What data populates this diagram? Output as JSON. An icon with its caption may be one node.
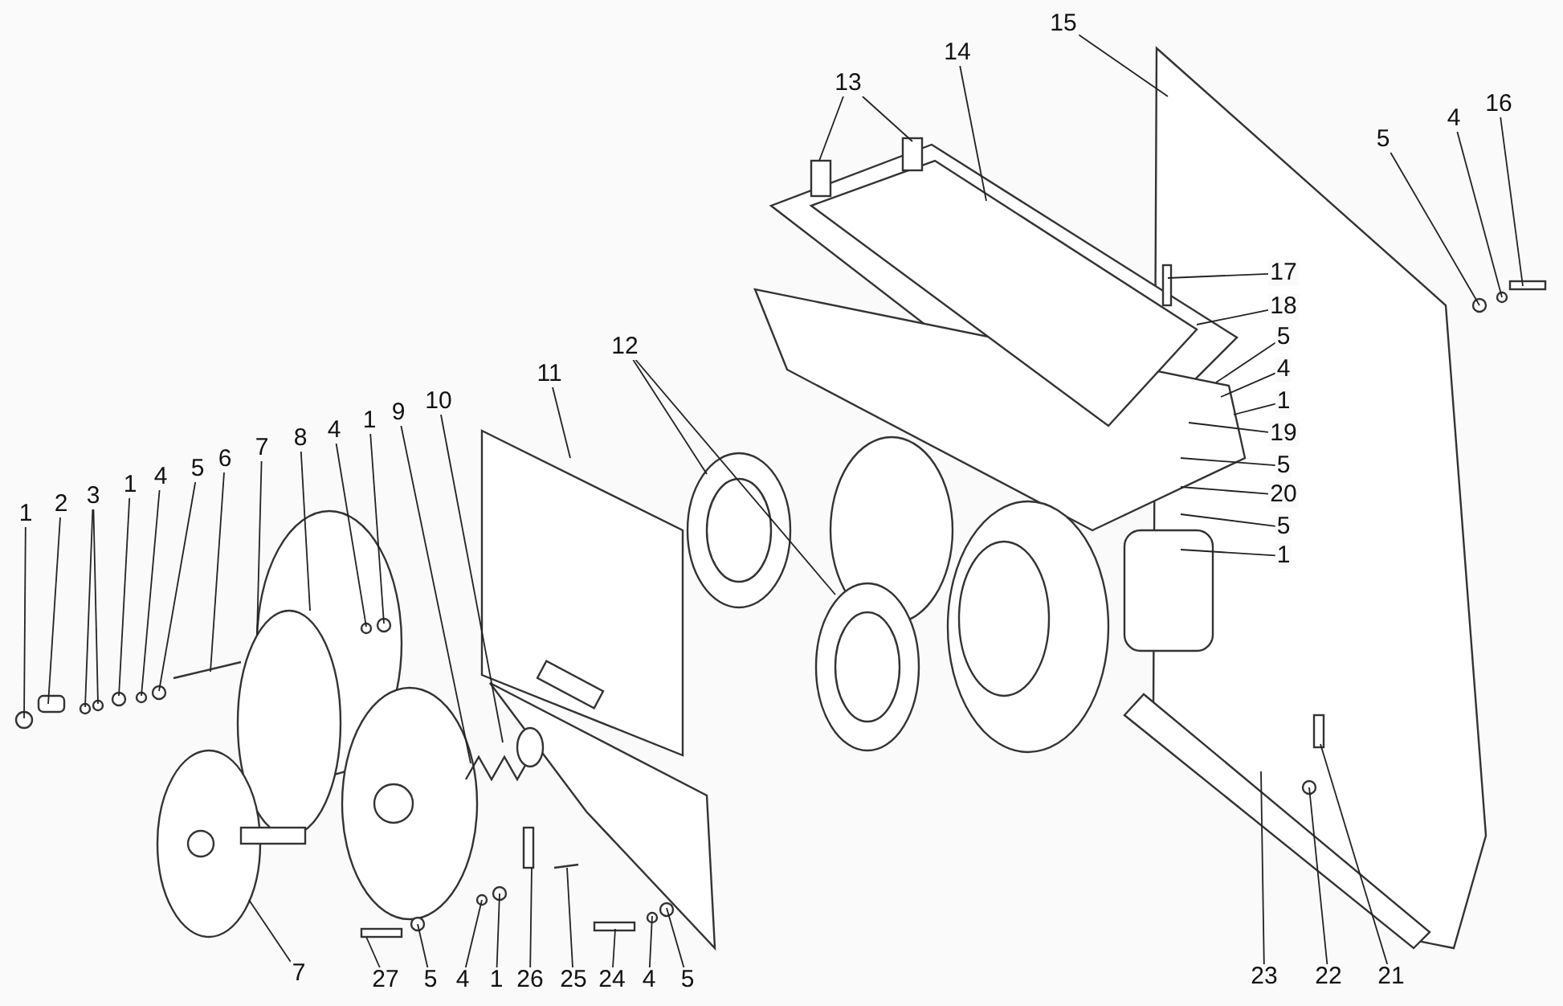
{
  "diagram": {
    "nodes": [
      {
        "text": [
          "1"
        ]
      },
      {
        "text": [
          "2"
        ]
      },
      {
        "text": [
          "3"
        ]
      },
      {
        "text": [
          "1"
        ]
      },
      {
        "text": [
          "4"
        ]
      },
      {
        "text": [
          "5"
        ]
      },
      {
        "text": [
          "6"
        ]
      },
      {
        "text": [
          "7"
        ]
      },
      {
        "text": [
          "8"
        ]
      },
      {
        "text": [
          "4"
        ]
      },
      {
        "text": [
          "1"
        ]
      },
      {
        "text": [
          "9"
        ]
      },
      {
        "text": [
          "10"
        ]
      },
      {
        "text": [
          "11"
        ]
      },
      {
        "text": [
          "12"
        ]
      },
      {
        "text": [
          "13"
        ]
      },
      {
        "text": [
          "14"
        ]
      },
      {
        "text": [
          "15"
        ]
      },
      {
        "text": [
          "5"
        ]
      },
      {
        "text": [
          "4"
        ]
      },
      {
        "text": [
          "16"
        ]
      },
      {
        "text": [
          "17"
        ]
      },
      {
        "text": [
          "18"
        ]
      },
      {
        "text": [
          "5"
        ]
      },
      {
        "text": [
          "4"
        ]
      },
      {
        "text": [
          "1"
        ]
      },
      {
        "text": [
          "19"
        ]
      },
      {
        "text": [
          "5"
        ]
      },
      {
        "text": [
          "20"
        ]
      },
      {
        "text": [
          "5"
        ]
      },
      {
        "text": [
          "1"
        ]
      },
      {
        "text": [
          "7"
        ]
      },
      {
        "text": [
          "27"
        ]
      },
      {
        "text": [
          "5"
        ]
      },
      {
        "text": [
          "4"
        ]
      },
      {
        "text": [
          "1"
        ]
      },
      {
        "text": [
          "26"
        ]
      },
      {
        "text": [
          "25"
        ]
      },
      {
        "text": [
          "24"
        ]
      },
      {
        "text": [
          "4"
        ]
      },
      {
        "text": [
          "5"
        ]
      },
      {
        "text": [
          "23"
        ]
      },
      {
        "text": [
          "22"
        ]
      },
      {
        "text": [
          "21"
        ]
      }
    ],
    "edges": [
      {
        "from": 0,
        "to": null,
        "arrow": "none"
      },
      {
        "from": 1,
        "to": null,
        "arrow": "none"
      },
      {
        "from": 2,
        "to": null,
        "arrow": "none"
      },
      {
        "from": 2,
        "to": null,
        "arrow": "none"
      },
      {
        "from": 3,
        "to": null,
        "arrow": "none"
      },
      {
        "from": 4,
        "to": null,
        "arrow": "none"
      },
      {
        "from": 5,
        "to": null,
        "arrow": "none"
      },
      {
        "from": 6,
        "to": null,
        "arrow": "none"
      },
      {
        "from": 7,
        "to": null,
        "arrow": "none"
      },
      {
        "from": 8,
        "to": null,
        "arrow": "none"
      },
      {
        "from": 9,
        "to": null,
        "arrow": "none"
      },
      {
        "from": 10,
        "to": null,
        "arrow": "none"
      },
      {
        "from": 11,
        "to": null,
        "arrow": "none"
      },
      {
        "from": 12,
        "to": null,
        "arrow": "none"
      },
      {
        "from": 13,
        "to": null,
        "arrow": "none"
      },
      {
        "from": 14,
        "to": null,
        "arrow": "none"
      },
      {
        "from": 14,
        "to": null,
        "arrow": "none"
      },
      {
        "from": 15,
        "to": null,
        "arrow": "none"
      },
      {
        "from": 15,
        "to": null,
        "arrow": "none"
      },
      {
        "from": 16,
        "to": null,
        "arrow": "none"
      },
      {
        "from": 17,
        "to": null,
        "arrow": "none"
      },
      {
        "from": 18,
        "to": null,
        "arrow": "none"
      },
      {
        "from": 19,
        "to": null,
        "arrow": "none"
      },
      {
        "from": 20,
        "to": null,
        "arrow": "none"
      },
      {
        "from": 21,
        "to": null,
        "arrow": "none"
      },
      {
        "from": 22,
        "to": null,
        "arrow": "none"
      },
      {
        "from": 23,
        "to": null,
        "arrow": "none"
      },
      {
        "from": 24,
        "to": null,
        "arrow": "none"
      },
      {
        "from": 25,
        "to": null,
        "arrow": "none"
      },
      {
        "from": 26,
        "to": null,
        "arrow": "none"
      },
      {
        "from": 27,
        "to": null,
        "arrow": "none"
      },
      {
        "from": 28,
        "to": null,
        "arrow": "none"
      },
      {
        "from": 29,
        "to": null,
        "arrow": "none"
      },
      {
        "from": 30,
        "to": null,
        "arrow": "none"
      },
      {
        "from": 31,
        "to": null,
        "arrow": "none"
      },
      {
        "from": 32,
        "to": null,
        "arrow": "none"
      },
      {
        "from": 33,
        "to": null,
        "arrow": "none"
      },
      {
        "from": 34,
        "to": null,
        "arrow": "none"
      },
      {
        "from": 35,
        "to": null,
        "arrow": "none"
      },
      {
        "from": 36,
        "to": null,
        "arrow": "none"
      },
      {
        "from": 37,
        "to": null,
        "arrow": "none"
      },
      {
        "from": 38,
        "to": null,
        "arrow": "none"
      },
      {
        "from": 39,
        "to": null,
        "arrow": "none"
      },
      {
        "from": 40,
        "to": null,
        "arrow": "none"
      },
      {
        "from": 41,
        "to": null,
        "arrow": "none"
      },
      {
        "from": 42,
        "to": null,
        "arrow": "none"
      },
      {
        "from": 43,
        "to": null,
        "arrow": "none"
      }
    ]
  }
}
